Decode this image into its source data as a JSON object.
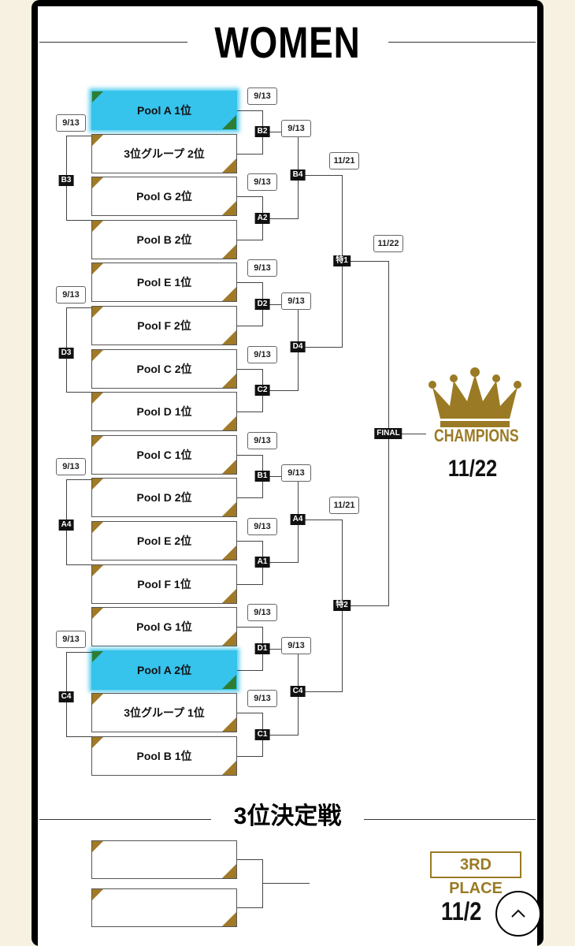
{
  "title": "WOMEN",
  "dates": {
    "r1": "9/13",
    "semi": "11/21",
    "final": "11/22"
  },
  "teams": [
    {
      "label": "Pool A 1位",
      "highlight": true
    },
    {
      "label": "3位グループ 2位",
      "highlight": false
    },
    {
      "label": "Pool G 2位",
      "highlight": false
    },
    {
      "label": "Pool B 2位",
      "highlight": false
    },
    {
      "label": "Pool E 1位",
      "highlight": false
    },
    {
      "label": "Pool F 2位",
      "highlight": false
    },
    {
      "label": "Pool C 2位",
      "highlight": false
    },
    {
      "label": "Pool D 1位",
      "highlight": false
    },
    {
      "label": "Pool C 1位",
      "highlight": false
    },
    {
      "label": "Pool D 2位",
      "highlight": false
    },
    {
      "label": "Pool E 2位",
      "highlight": false
    },
    {
      "label": "Pool F 1位",
      "highlight": false
    },
    {
      "label": "Pool G 1位",
      "highlight": false
    },
    {
      "label": "Pool A 2位",
      "highlight": true
    },
    {
      "label": "3位グループ 1位",
      "highlight": false
    },
    {
      "label": "Pool B 1位",
      "highlight": false
    }
  ],
  "match_codes": {
    "r1": [
      "B2",
      "A2",
      "D2",
      "C2",
      "B1",
      "A1",
      "D1",
      "C1"
    ],
    "left": [
      "B3",
      "D3",
      "A4",
      "C4"
    ],
    "r2": [
      "B4",
      "D4",
      "A4",
      "C4"
    ],
    "semi": [
      "特1",
      "特2"
    ],
    "final": "FINAL"
  },
  "champions": {
    "label": "CHAMPIONS",
    "date": "11/22",
    "icon": "crown-icon",
    "color": "#9a7a24"
  },
  "third_place": {
    "heading": "3位決定戦",
    "label": "3RD PLACE",
    "date": "11/2"
  },
  "scroll_top_icon": "chevron-up-icon"
}
